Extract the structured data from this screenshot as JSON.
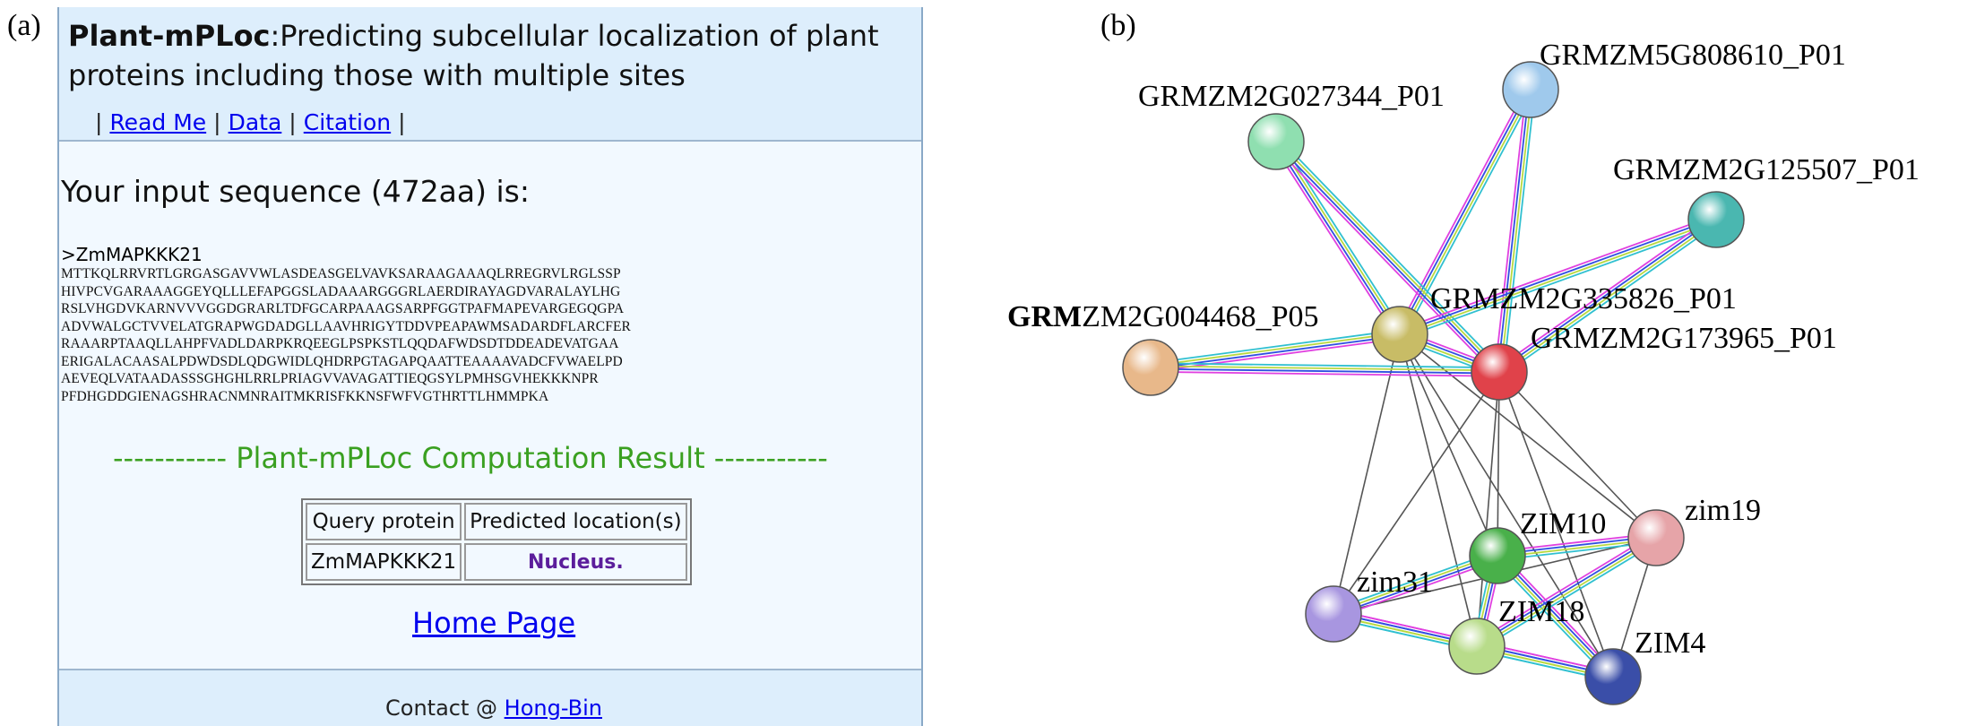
{
  "panel_labels": {
    "a": "(a)",
    "b": "(b)"
  },
  "web": {
    "title_bold": "Plant-mPLoc",
    "title_rest": ":Predicting subcellular localization of plant proteins including those with multiple sites",
    "nav": {
      "prefix": "|",
      "items": [
        "Read Me",
        "Data",
        "Citation"
      ],
      "suffix": "|"
    },
    "input_heading": "Your input sequence (472aa) is:",
    "sequence_name": ">ZmMAPKKK21",
    "sequence_lines": [
      "MTTKQLRRVRTLGRGASGAVVWLASDEASGELVAVKSARAAGAAAQLRREGRVLRGLSSP",
      "HIVPCVGARAAAGGEYQLLLEFAPGGSLADAAARGGGRLAERDIRAYAGDVARALAYLHG",
      "RSLVHGDVKARNVVVGGDGRARLTDFGCARPAAAGSARPFGGTPAFMAPEVARGEGQGPA",
      "ADVWALGCTVVELATGRAPWGDADGLLAAVHRIGYTDDVPEAPAWMSADARDFLARCFER",
      "RAAARPTAAQLLAHPFVADLDARPKRQEEGLPSPKSTLQQDAFWDSDTDDEADEVATGAA",
      "ERIGALACAASALPDWDSDLQDGWIDLQHDRPGTAGAPQAATTEAAAAVADCFVWAELPD",
      "AEVEQLVATAADASSSGHGHLRRLPRIAGVVAVAGATTIEQGSYLPMHSGVHEKKKNPR",
      "PFDHGDDGIENAGSHRACNMNRAITMKRISFKKNSFWFVGTHRTTLHMMPKA"
    ],
    "result_heading": "----------- Plant-mPLoc Computation Result -----------",
    "table": {
      "headers": [
        "Query protein",
        "Predicted location(s)"
      ],
      "rows": [
        [
          "ZmMAPKKK21",
          "Nucleus."
        ]
      ]
    },
    "home_link": "Home Page",
    "contact_prefix": "Contact @ ",
    "contact_link": "Hong-Bin"
  },
  "network": {
    "nodes": [
      {
        "id": "n5g808610",
        "label": "GRMZM5G808610_P01",
        "color": "#9fc9ec"
      },
      {
        "id": "n2g027344",
        "label": "GRMZM2G027344_P01",
        "color": "#8fdfb0"
      },
      {
        "id": "n2g125507",
        "label": "GRMZM2G125507_P01",
        "color": "#4ab7b0"
      },
      {
        "id": "n2g335826",
        "label": "GRMZM2G335826_P01",
        "color": "#c8bc66"
      },
      {
        "id": "n2g004468",
        "label": "GRMZM2G004468_P05",
        "label_bold": "GRM",
        "label_rest": "ZM2G004468_P05",
        "color": "#e8b88a"
      },
      {
        "id": "n2g173965",
        "label": "GRMZM2G173965_P01",
        "color": "#e0424a"
      },
      {
        "id": "zim10",
        "label": "ZIM10",
        "color": "#49b04a"
      },
      {
        "id": "zim19",
        "label": "zim19",
        "color": "#e6a4a8"
      },
      {
        "id": "zim31",
        "label": "zim31",
        "color": "#a896e0"
      },
      {
        "id": "zim18",
        "label": "ZIM18",
        "color": "#b8dc8a"
      },
      {
        "id": "zim4",
        "label": "ZIM4",
        "color": "#3a4ea8"
      }
    ]
  }
}
